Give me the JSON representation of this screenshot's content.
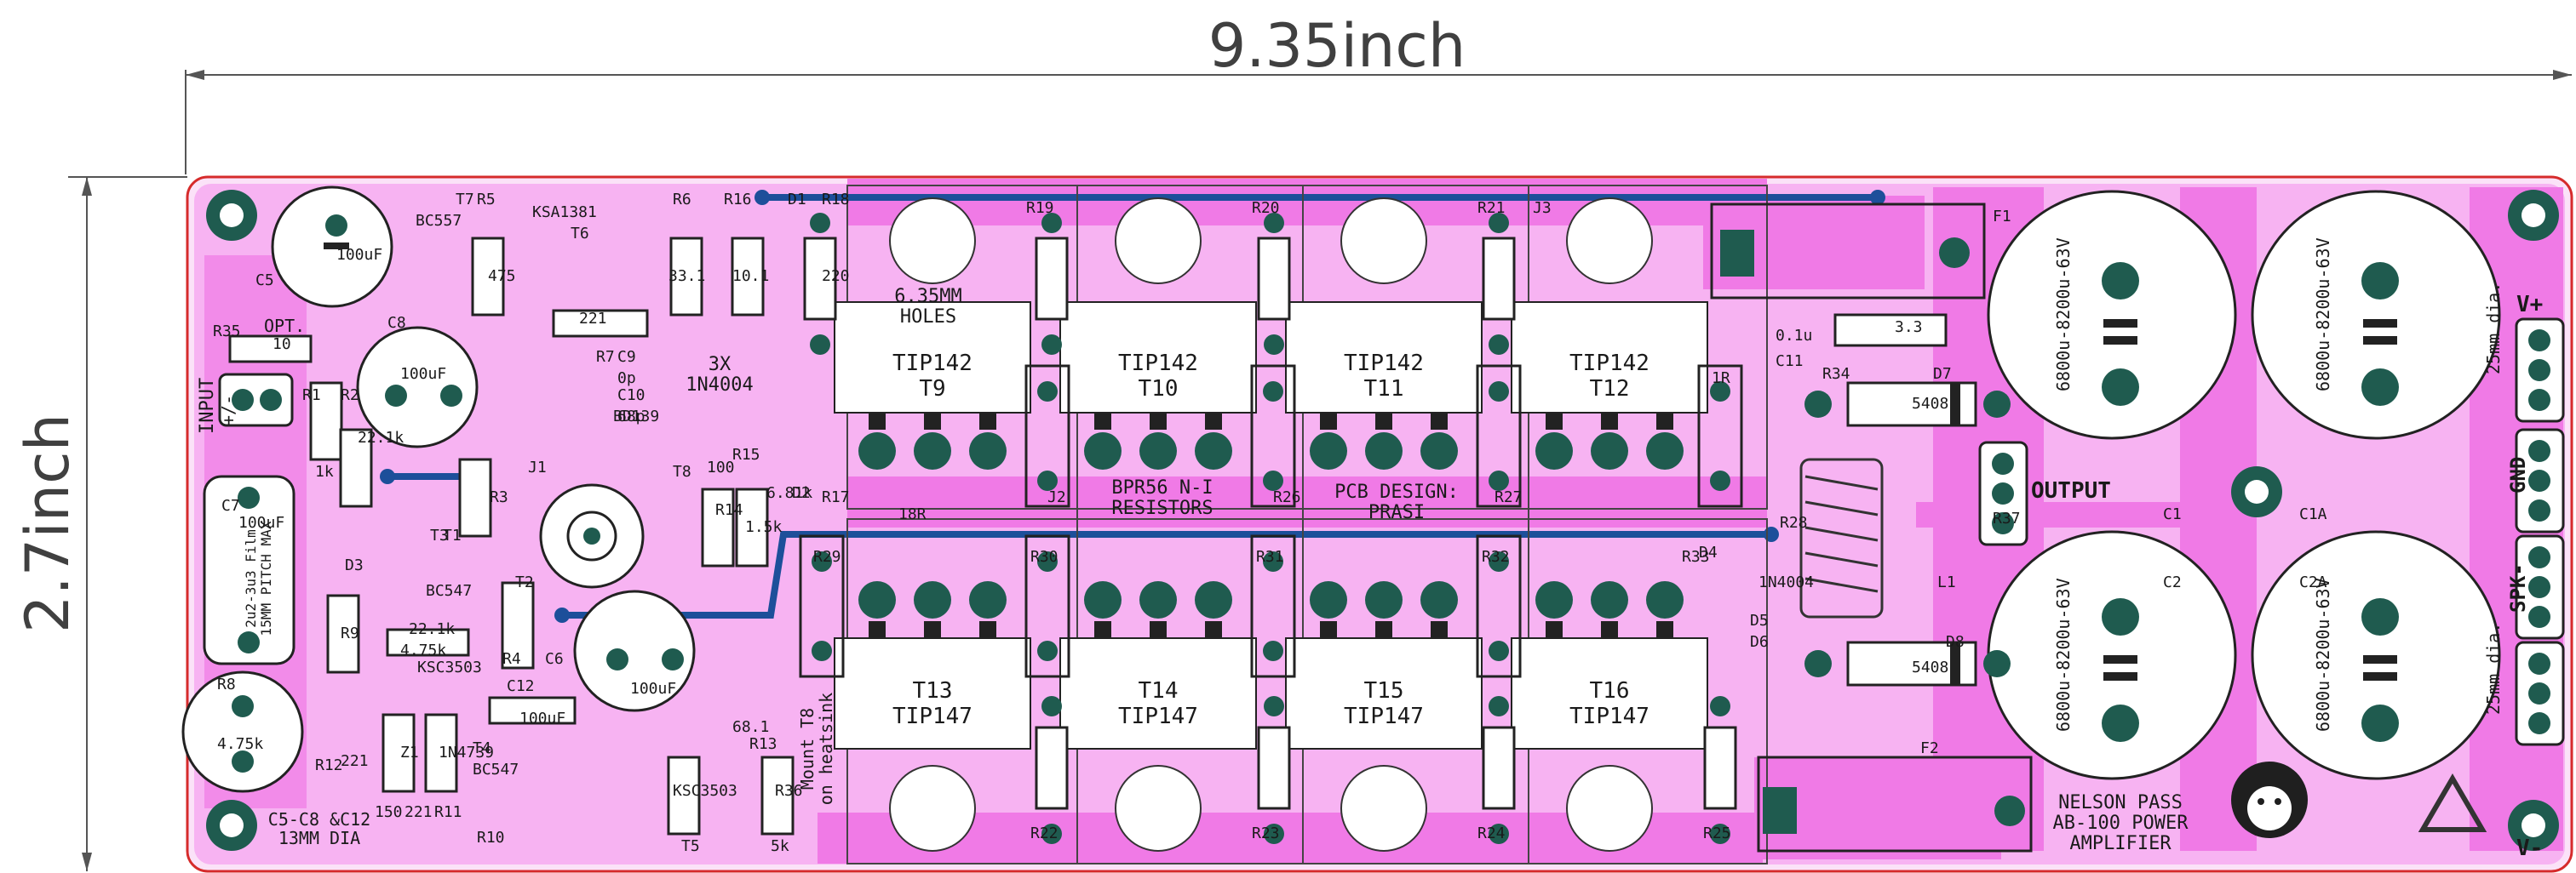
{
  "dimensions": {
    "width_label": "9.35inch",
    "height_label": "2.7inch"
  },
  "colors": {
    "board": "#f7b3f2",
    "copper": "#f07ae6",
    "pad": "#1f5b4f",
    "silk": "#1a1a1a",
    "trace": "#1d4f9a",
    "outline": "#d62b2b"
  },
  "board_text": {
    "input": "INPUT",
    "input_pm": "+/-",
    "output": "OUTPUT",
    "holes": "6.35MM\nHOLES",
    "diodes_note": "3X\n1N4004",
    "resistors_note": "BPR56 N-I\nRESISTORS",
    "design_credit": "PCB DESIGN:\nPRASI",
    "title": "NELSON PASS\nAB-100 POWER\nAMPLIFIER",
    "cap_note": "C5-C8 &C12\n13MM DIA",
    "mount_note": "Mount T8\non heatsink",
    "cap_film": "2u2-3u3 Film\n15MM PITCH MAX",
    "opt": "OPT.",
    "cap_dia_1": "25mm dia.",
    "cap_dia_2": "25mm dia.",
    "big_cap_value": "6800u-8200u-63V",
    "vplus": "V+",
    "gnd": "GND",
    "spkminus": "SPK-",
    "vminus": "V-"
  },
  "transistors_top": [
    {
      "ref": "T9",
      "part": "TIP142"
    },
    {
      "ref": "T10",
      "part": "TIP142"
    },
    {
      "ref": "T11",
      "part": "TIP142"
    },
    {
      "ref": "T12",
      "part": "TIP142"
    }
  ],
  "transistors_bottom": [
    {
      "ref": "T13",
      "part": "TIP147"
    },
    {
      "ref": "T14",
      "part": "TIP147"
    },
    {
      "ref": "T15",
      "part": "TIP147"
    },
    {
      "ref": "T16",
      "part": "TIP147"
    }
  ],
  "components": [
    "C5",
    "100uF",
    "T7",
    "R5",
    "BC557",
    "475",
    "KSA1381",
    "T6",
    "R6",
    "R16",
    "D1",
    "R18",
    "33.1",
    "10.1",
    "220",
    "R19",
    "R20",
    "R21",
    "J3",
    "F1",
    "C8",
    "100uF",
    "R35",
    "10",
    "221",
    "R7",
    "C9",
    "0p",
    "C10",
    "68p",
    "R1",
    "R2",
    "1k",
    "22.1k",
    "C7",
    "100uF",
    "BD139",
    "T8",
    "J1",
    "R3",
    "100",
    "R15",
    "R14",
    "1.5k",
    "6.81k",
    "D2",
    "D3",
    "BC547",
    "T3",
    "T1",
    "T2",
    "R4",
    "22.1k",
    "KSC3503",
    "4.75k",
    "R9",
    "R8",
    "4.75k",
    "C6",
    "100uF",
    "C12",
    "100uF",
    "R12",
    "221",
    "Z1",
    "1N4739",
    "150",
    "221",
    "R11",
    "R10",
    "T4",
    "BC547",
    "KSC3503",
    "T5",
    "68.1",
    "R13",
    "R36",
    "5k",
    "18R",
    "R17",
    "J2",
    "R26",
    "R27",
    "R28",
    "R29",
    "R30",
    "R31",
    "R32",
    "R33",
    "1R",
    "R22",
    "R23",
    "R24",
    "R25",
    "C11",
    "0.1u",
    "3.3",
    "R34",
    "D7",
    "5408",
    "D8",
    "5408",
    "L1",
    "R37",
    "D4",
    "1N4004",
    "D5",
    "D6",
    "F2",
    "C1",
    "C1A",
    "C2",
    "C2A"
  ]
}
